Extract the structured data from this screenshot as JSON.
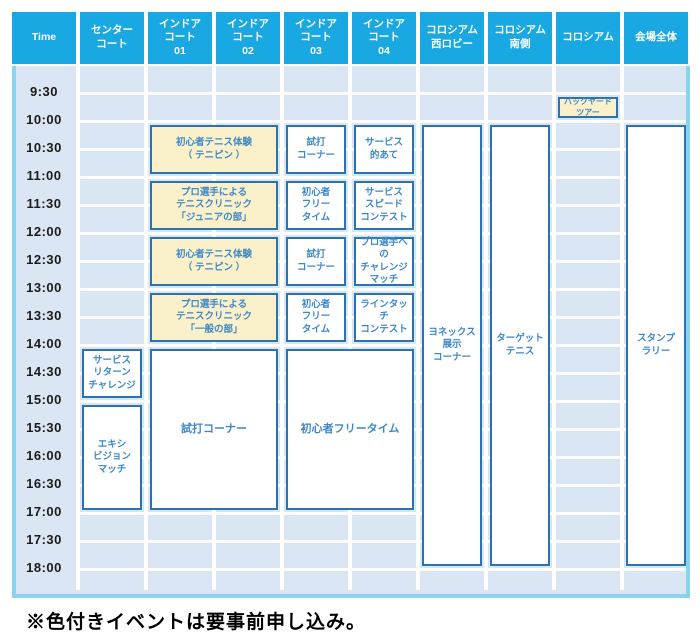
{
  "page": {
    "footnote": "※色付きイベントは要事前申し込み。"
  },
  "colors": {
    "header_bg": "#19A8E2",
    "header_text": "#FFFFFF",
    "body_bg": "#DAE6F3",
    "outer_border": "#8CD3F0",
    "gridline": "#FFFFFF",
    "block_border": "#2A73B5",
    "block_text": "#3E88C8",
    "block_bg": "#FFFFFF",
    "highlight_bg": "#FAF0CA",
    "time_text": "#1B1B1B"
  },
  "schedule": {
    "columns": [
      {
        "id": "time",
        "label": "Time"
      },
      {
        "id": "center-court",
        "label": "センター\nコート"
      },
      {
        "id": "indoor-court-01",
        "label": "インドア\nコート\n01"
      },
      {
        "id": "indoor-court-02",
        "label": "インドア\nコート\n02"
      },
      {
        "id": "indoor-court-03",
        "label": "インドア\nコート\n03"
      },
      {
        "id": "indoor-court-04",
        "label": "インドア\nコート\n04"
      },
      {
        "id": "colosseum-west-lobby",
        "label": "コロシアム\n西ロビー"
      },
      {
        "id": "colosseum-south",
        "label": "コロシアム\n南側"
      },
      {
        "id": "colosseum",
        "label": "コロシアム"
      },
      {
        "id": "whole-venue",
        "label": "会場全体"
      }
    ],
    "times": [
      "9:30",
      "10:00",
      "10:30",
      "11:00",
      "11:30",
      "12:00",
      "12:30",
      "13:00",
      "13:30",
      "14:00",
      "14:30",
      "15:00",
      "15:30",
      "16:00",
      "16:30",
      "17:00",
      "17:30",
      "18:00"
    ],
    "events": [
      {
        "col": 2,
        "span": 2,
        "start": "10:00",
        "end": "11:00",
        "label": "初心者テニス体験\n（ テニピン ）",
        "highlight": true
      },
      {
        "col": 2,
        "span": 2,
        "start": "11:00",
        "end": "12:00",
        "label": "プロ選手による\nテニスクリニック\n「ジュニアの部」",
        "highlight": true
      },
      {
        "col": 2,
        "span": 2,
        "start": "12:00",
        "end": "13:00",
        "label": "初心者テニス体験\n（ テニピン ）",
        "highlight": true
      },
      {
        "col": 2,
        "span": 2,
        "start": "13:00",
        "end": "14:00",
        "label": "プロ選手による\nテニスクリニック\n「一般の部」",
        "highlight": true
      },
      {
        "col": 2,
        "span": 2,
        "start": "14:00",
        "end": "17:00",
        "label": "試打コーナー",
        "highlight": false
      },
      {
        "col": 4,
        "span": 1,
        "start": "10:00",
        "end": "11:00",
        "label": "試打\nコーナー",
        "highlight": false
      },
      {
        "col": 4,
        "span": 1,
        "start": "11:00",
        "end": "12:00",
        "label": "初心者\nフリー\nタイム",
        "highlight": false
      },
      {
        "col": 4,
        "span": 1,
        "start": "12:00",
        "end": "13:00",
        "label": "試打\nコーナー",
        "highlight": false
      },
      {
        "col": 4,
        "span": 1,
        "start": "13:00",
        "end": "14:00",
        "label": "初心者\nフリー\nタイム",
        "highlight": false
      },
      {
        "col": 4,
        "span": 2,
        "start": "14:00",
        "end": "17:00",
        "label": "初心者フリータイム",
        "highlight": false
      },
      {
        "col": 5,
        "span": 1,
        "start": "10:00",
        "end": "11:00",
        "label": "サービス\n的あて",
        "highlight": false
      },
      {
        "col": 5,
        "span": 1,
        "start": "11:00",
        "end": "12:00",
        "label": "サービス\nスピード\nコンテスト",
        "highlight": false
      },
      {
        "col": 5,
        "span": 1,
        "start": "12:00",
        "end": "13:00",
        "label": "プロ選手への\nチャレンジ\nマッチ",
        "highlight": false
      },
      {
        "col": 5,
        "span": 1,
        "start": "13:00",
        "end": "14:00",
        "label": "ラインタッチ\nコンテスト",
        "highlight": false
      },
      {
        "col": 1,
        "span": 1,
        "start": "14:00",
        "end": "15:00",
        "label": "サービス\nリターン\nチャレンジ",
        "highlight": false
      },
      {
        "col": 1,
        "span": 1,
        "start": "15:00",
        "end": "17:00",
        "label": "エキシ\nビジョン\nマッチ",
        "highlight": false
      },
      {
        "col": 6,
        "span": 1,
        "start": "10:00",
        "end": "18:00",
        "label": "ヨネックス\n展示\nコーナー",
        "highlight": false
      },
      {
        "col": 7,
        "span": 1,
        "start": "10:00",
        "end": "18:00",
        "label": "ターゲット\nテニス",
        "highlight": false
      },
      {
        "col": 8,
        "span": 1,
        "start": "9:30",
        "end": "10:00",
        "label": "バックヤード\nツアー",
        "highlight": true
      },
      {
        "col": 9,
        "span": 1,
        "start": "10:00",
        "end": "18:00",
        "label": "スタンプ\nラリー",
        "highlight": false
      }
    ]
  }
}
